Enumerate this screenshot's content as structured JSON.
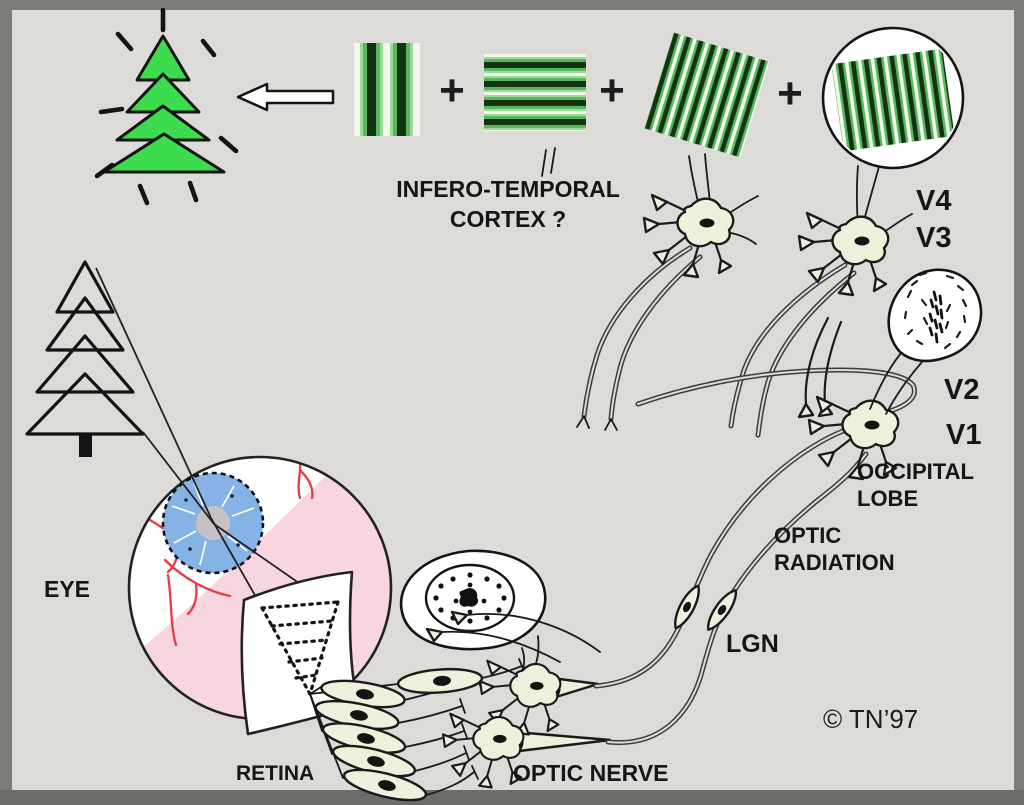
{
  "title": "Visual pathway diagram",
  "labels": {
    "inferotemporal_line1": "INFERO-TEMPORAL",
    "inferotemporal_line2": "CORTEX ?",
    "v4": "V4",
    "v3": "V3",
    "v2": "V2",
    "v1": "V1",
    "occipital_line1": "OCCIPITAL",
    "occipital_line2": "LOBE",
    "optic_radiation_line1": "OPTIC",
    "optic_radiation_line2": "RADIATION",
    "lgn": "LGN",
    "optic_nerve": "OPTIC NERVE",
    "retina": "RETINA",
    "eye": "EYE",
    "copyright": "© TN’97",
    "plus": "+"
  },
  "colors": {
    "bg": "#dcdbd8",
    "frame": "#7b7b77",
    "frame_dark": "#6c6c68",
    "ink": "#1a1a1a",
    "cell_fill": "#eef0db",
    "tree_green": "#3ddb4e",
    "grating_mid": "#58b85e",
    "grating_light": "#9edb9b",
    "grating_dark": "#143312",
    "grating_white": "#f2f9ec",
    "eye_pink": "#f8d6e0",
    "vessel_red": "#e73b47",
    "iris_blue": "#86b3e6",
    "pupil_gray": "#c6c2c3",
    "arrow_white": "#ffffff"
  }
}
